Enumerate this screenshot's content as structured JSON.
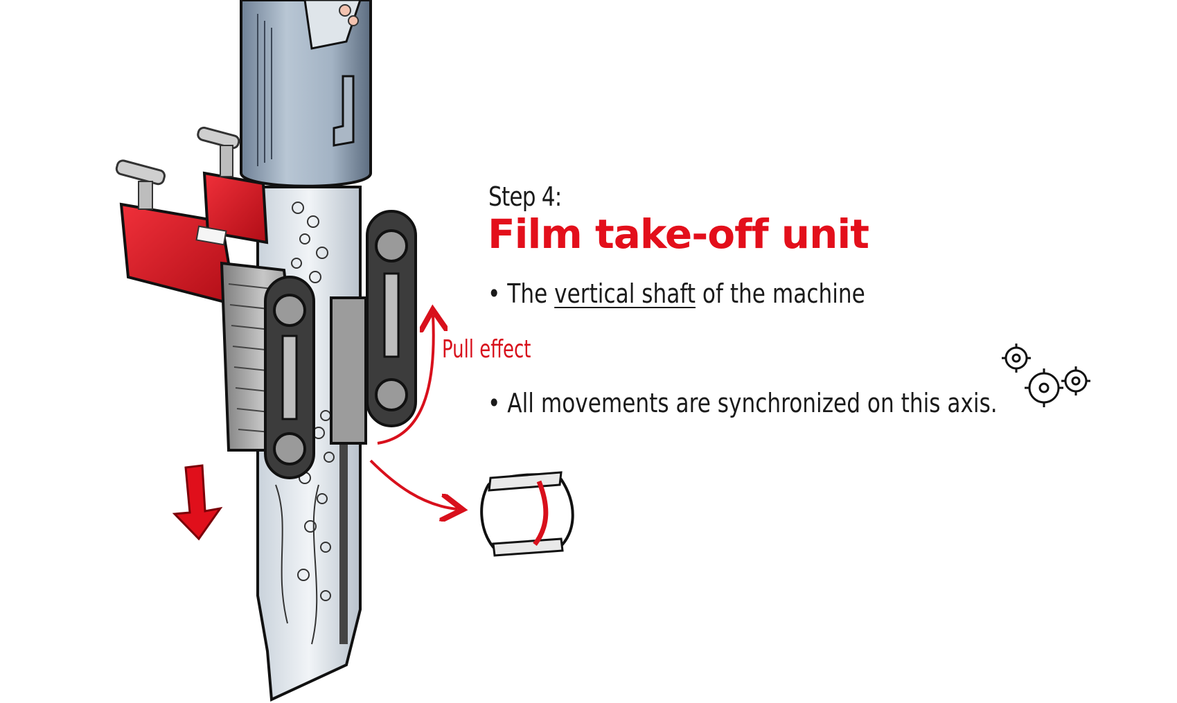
{
  "slide": {
    "step_label": "Step 4:",
    "title": "Film take-off unit",
    "bullet1": {
      "marker": "•",
      "prefix": "The ",
      "emphasis": "vertical shaft",
      "suffix": " of the machine"
    },
    "bullet2": {
      "marker": "•",
      "text": "All movements are synchronized on this axis."
    },
    "annotation": "Pull effect"
  },
  "colors": {
    "accent_red": "#e30f1b",
    "text": "#1a1a1a",
    "steel": "#9fb0c3",
    "motor_red": "#d81620"
  },
  "icons": [
    "gears-icon",
    "bag-icon",
    "down-arrow-icon",
    "servo-motor-icon"
  ]
}
